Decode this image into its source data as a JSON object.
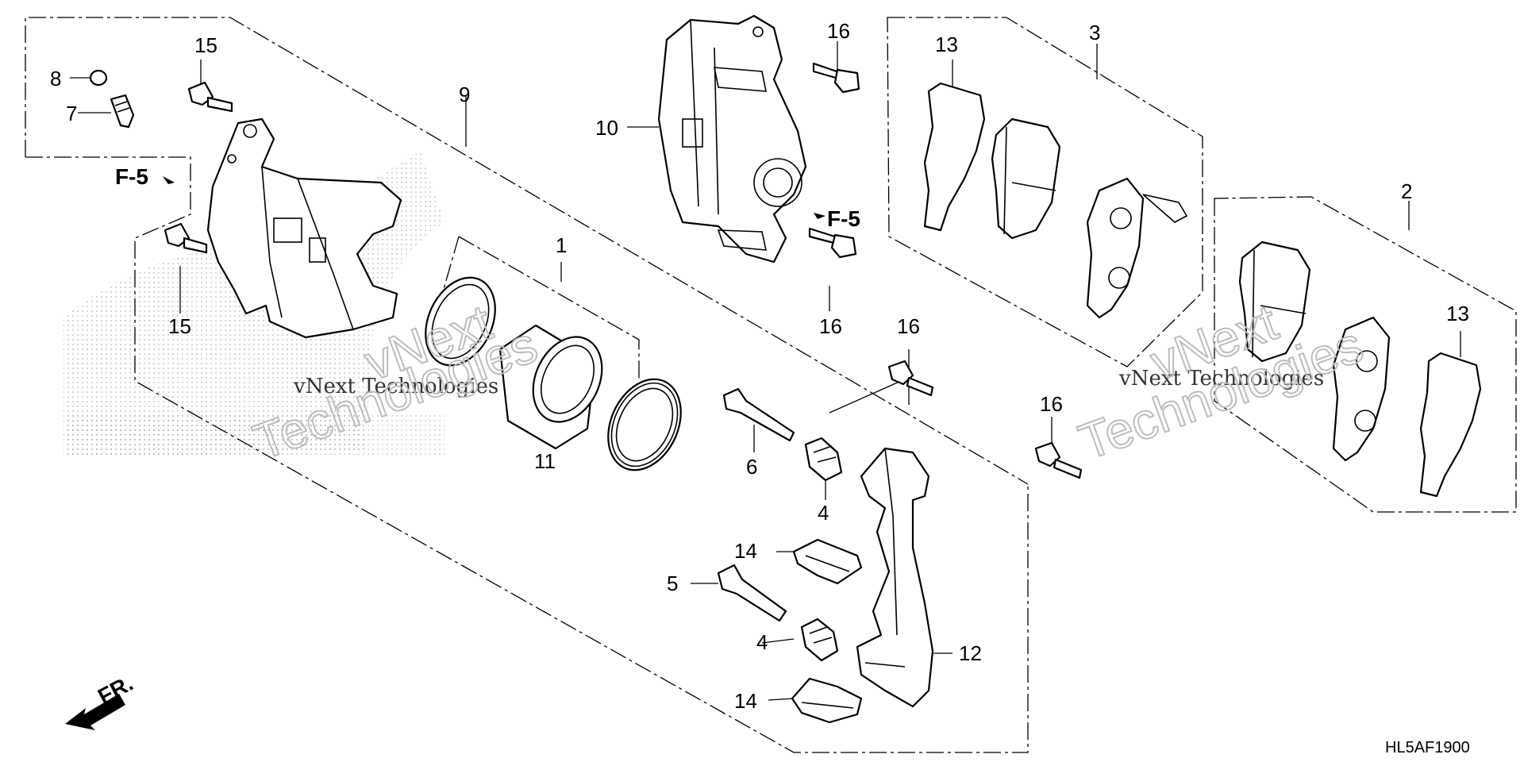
{
  "diagram": {
    "code": "HL5AF1900",
    "front_indicator": "FR.",
    "refs": [
      "F-5",
      "F-5"
    ],
    "watermark": {
      "company_small_1": "vNext Technologies",
      "company_small_2": "vNext Technologies",
      "stacked_1_top": "vNext",
      "stacked_1_bottom": "Technologies",
      "stacked_2_top": "vNext",
      "stacked_2_bottom": "Technologies"
    },
    "callouts": {
      "c1": "1",
      "c2": "2",
      "c3": "3",
      "c4a": "4",
      "c4b": "4",
      "c5": "5",
      "c6": "6",
      "c7": "7",
      "c8": "8",
      "c9": "9",
      "c10": "10",
      "c11": "11",
      "c12": "12",
      "c13a": "13",
      "c13b": "13",
      "c14a": "14",
      "c14b": "14",
      "c15a": "15",
      "c15b": "15",
      "c16a": "16",
      "c16b": "16",
      "c16c": "16",
      "c16d": "16"
    }
  }
}
